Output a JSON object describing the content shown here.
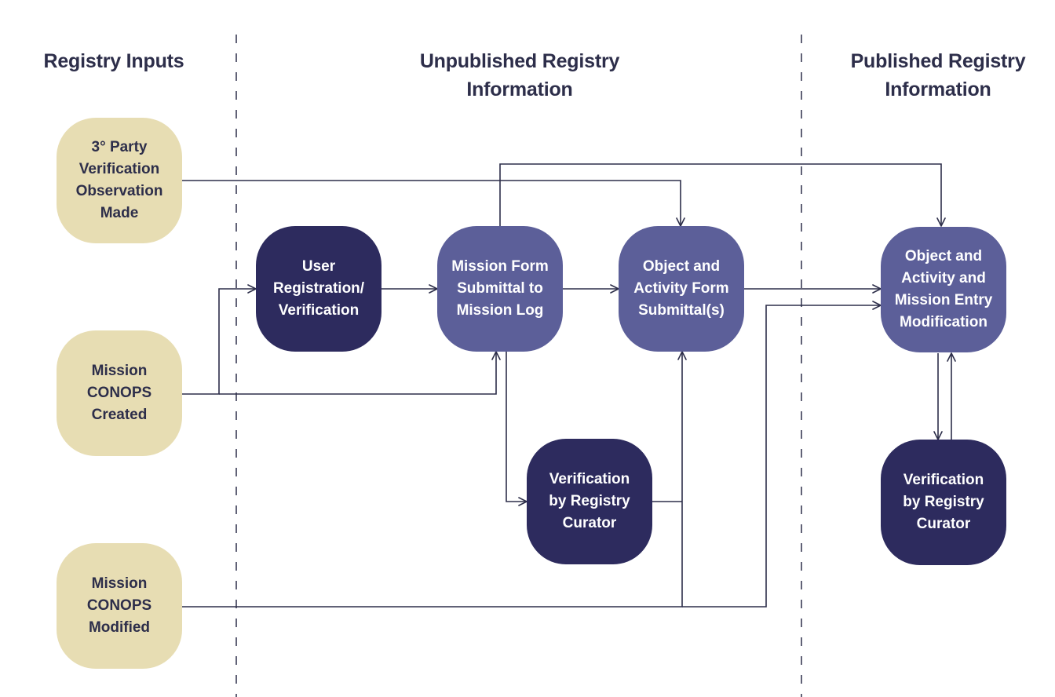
{
  "columns": {
    "inputs": "Registry Inputs",
    "unpublished": "Unpublished Registry\nInformation",
    "published": "Published Registry\nInformation"
  },
  "nodes": {
    "third_party": "3° Party\nVerification\nObservation\nMade",
    "conops_created": "Mission\nCONOPS\nCreated",
    "conops_modified": "Mission\nCONOPS\nModified",
    "user_registration": "User\nRegistration/\nVerification",
    "mission_form": "Mission Form\nSubmittal to\nMission Log",
    "object_activity_form": "Object and\nActivity Form\nSubmittal(s)",
    "curator_unpublished": "Verification\nby Registry\nCurator",
    "entry_modification": "Object and\nActivity and\nMission Entry\nModification",
    "curator_published": "Verification\nby Registry\nCurator"
  },
  "colors": {
    "input_fill": "#e7ddb3",
    "dark_fill": "#2d2b5e",
    "mid_fill": "#5c5f99",
    "line": "#2d2e4a",
    "text_dark": "#2d2e4a"
  }
}
